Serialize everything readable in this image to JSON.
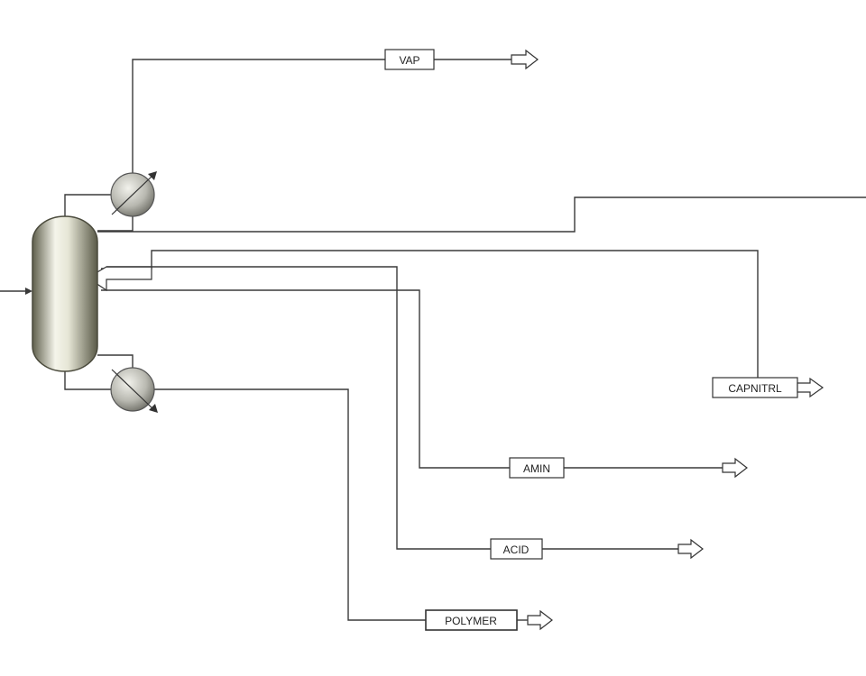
{
  "diagram": {
    "streams": {
      "vap": "VAP",
      "capnitrl": "CAPNITRL",
      "amin": "AMIN",
      "acid": "ACID",
      "polymer": "POLYMER"
    },
    "colors": {
      "line": "#3a3a3a",
      "vessel_light": "#f0f0e4",
      "vessel_dark": "#6b6b55",
      "exchanger_light": "#e8e8e0",
      "exchanger_dark": "#7a7a72"
    }
  }
}
